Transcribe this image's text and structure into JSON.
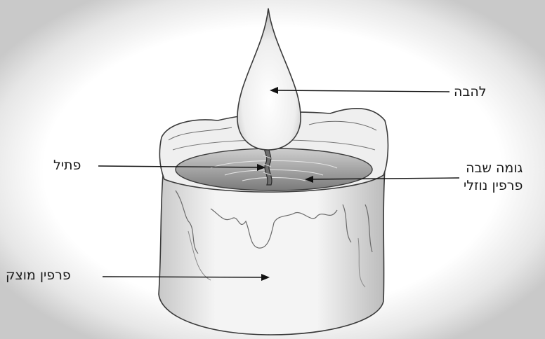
{
  "labels": {
    "flame": "להבה",
    "wick": "פתיל",
    "liquid_pool_line1": "גומה שבה",
    "liquid_pool_line2": "פרפין נוזלי",
    "solid_paraffin": "פרפין מוצק"
  },
  "colors": {
    "background_glow": "#cfcfcf",
    "wax": "#f2f2f2",
    "wax_shadow": "#c4c4c4",
    "outline": "#3a3a3a",
    "pool": "#8a8a8a",
    "flame": "#ececec"
  }
}
